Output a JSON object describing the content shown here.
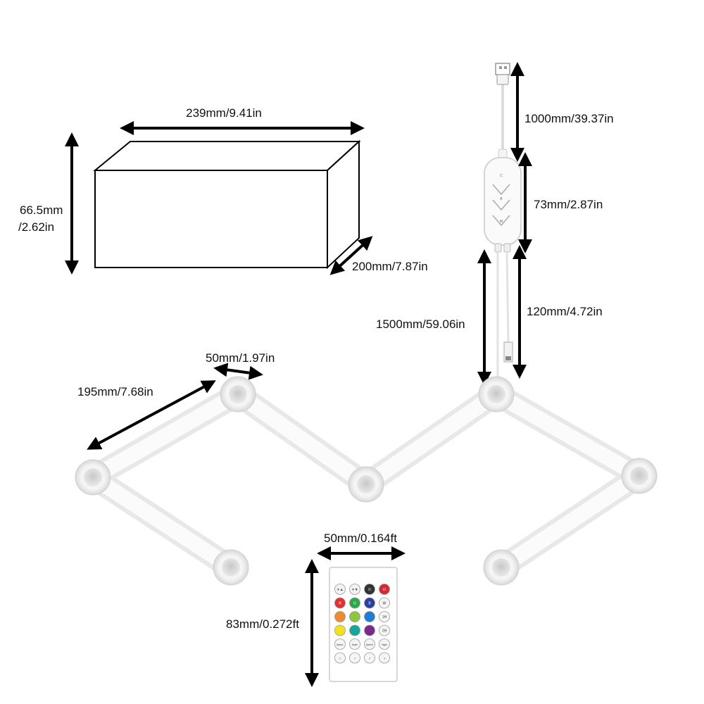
{
  "dimensions": {
    "box_width": "239mm/9.41in",
    "box_height_line1": "66.5mm",
    "box_height_line2": "/2.62in",
    "box_depth": "200mm/7.87in",
    "usb_cable_length": "1000mm/39.37in",
    "controller_length": "73mm/2.87in",
    "power_cable_length": "1500mm/59.06in",
    "connector_cable_length": "120mm/4.72in",
    "node_diameter": "50mm/1.97in",
    "bar_length": "195mm/7.68in",
    "remote_width": "50mm/0.164ft",
    "remote_height": "83mm/0.272ft"
  },
  "controller": {
    "button_labels": [
      "C",
      "B",
      "M"
    ]
  },
  "remote": {
    "rows": [
      [
        {
          "color": "#f2f2f2",
          "label": "☀▲"
        },
        {
          "color": "#f2f2f2",
          "label": "☀▼"
        },
        {
          "color": "#333333",
          "label": "⏻"
        },
        {
          "color": "#d42a35",
          "label": "⏻"
        }
      ],
      [
        {
          "color": "#e03030",
          "label": "R"
        },
        {
          "color": "#2aa84a",
          "label": "G"
        },
        {
          "color": "#2b3f9e",
          "label": "B"
        },
        {
          "color": "#f5f5f5",
          "label": "W"
        }
      ],
      [
        {
          "color": "#f08a30",
          "label": ""
        },
        {
          "color": "#8cc63f",
          "label": ""
        },
        {
          "color": "#1e7ed2",
          "label": ""
        },
        {
          "color": "#f5f5f5",
          "label": "1H"
        }
      ],
      [
        {
          "color": "#f5e020",
          "label": ""
        },
        {
          "color": "#15a89a",
          "label": ""
        },
        {
          "color": "#7b2a8c",
          "label": ""
        },
        {
          "color": "#f5f5f5",
          "label": "2H"
        }
      ],
      [
        {
          "color": "#f5f5f5",
          "label": "Speed-"
        },
        {
          "color": "#f5f5f5",
          "label": "Mode"
        },
        {
          "color": "#f5f5f5",
          "label": "Speed+"
        },
        {
          "color": "#f5f5f5",
          "label": "Night"
        }
      ],
      [
        {
          "color": "#f5f5f5",
          "label": "♪"
        },
        {
          "color": "#f5f5f5",
          "label": "♪"
        },
        {
          "color": "#f5f5f5",
          "label": "♪"
        },
        {
          "color": "#f5f5f5",
          "label": "♪"
        }
      ]
    ]
  }
}
